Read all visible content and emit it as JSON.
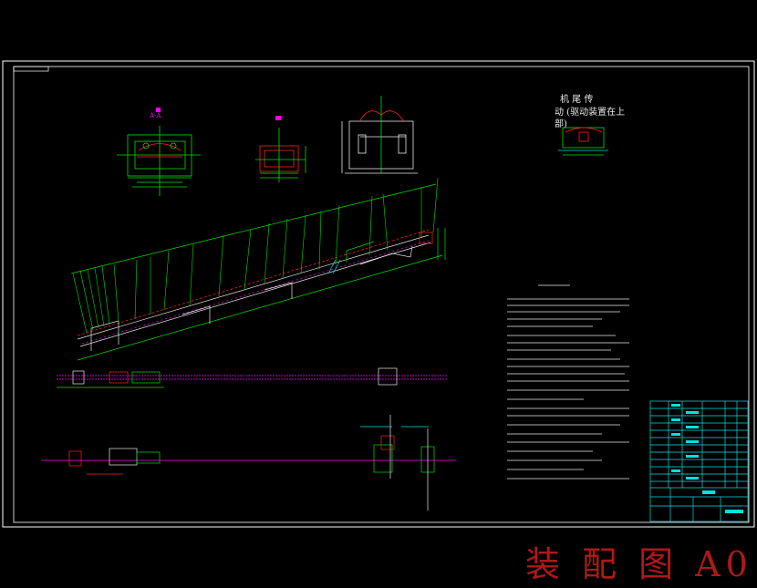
{
  "footer": {
    "title": "装 配 图 A0"
  },
  "annotations": {
    "section_label": "A-A",
    "drive_note_line1": "机 尾 传",
    "drive_note_line2": "动 (驱动装置在上",
    "drive_note_line3": "部)"
  },
  "colors": {
    "background": "#000000",
    "frame": "#ffffff",
    "green": "#00e000",
    "cyan": "#00e0e0",
    "red": "#ff2020",
    "magenta": "#ff00ff",
    "white": "#e8e8e8",
    "title_red": "#b01818"
  },
  "icons": [
    "cad-drawing-sheet",
    "title-block-table"
  ]
}
